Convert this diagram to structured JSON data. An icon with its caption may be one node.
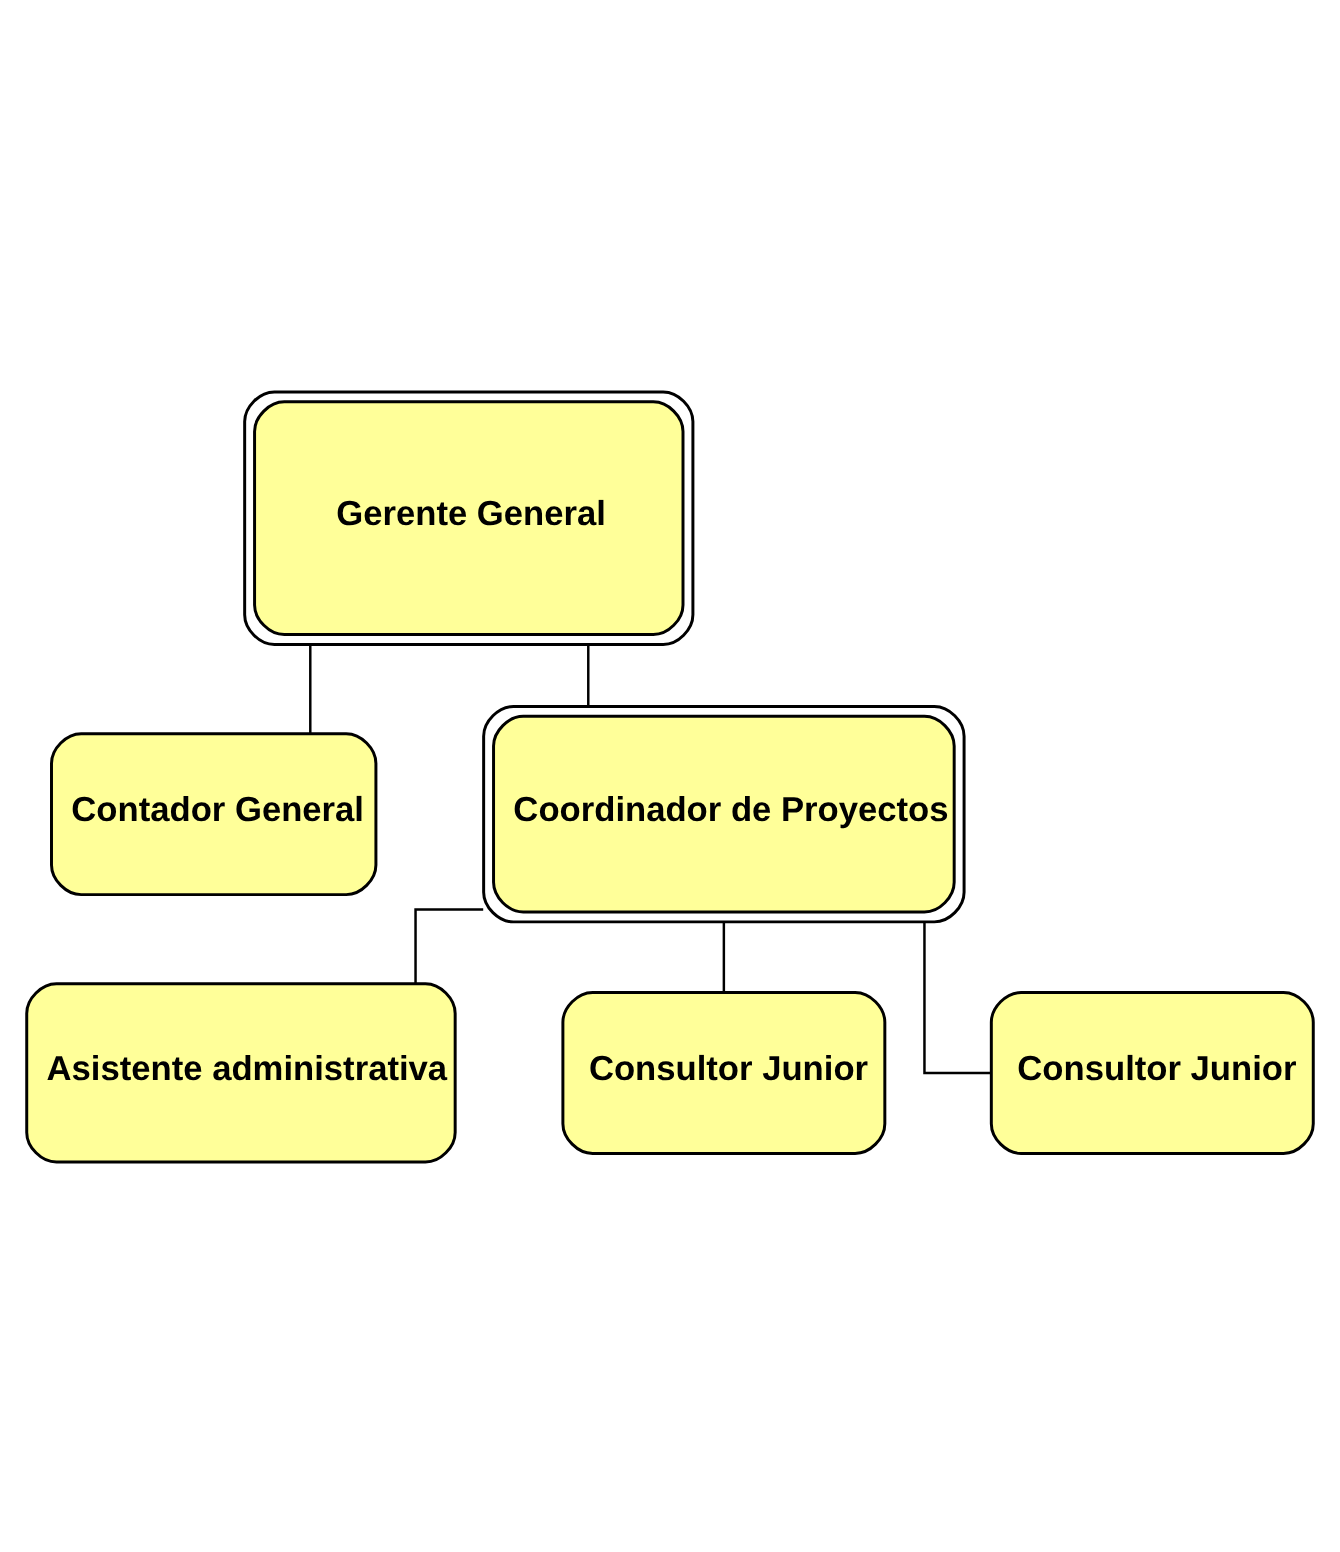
{
  "diagram": {
    "nodes": [
      {
        "text": [
          "Gerente General"
        ]
      },
      {
        "text": [
          "Contador General"
        ]
      },
      {
        "text": [
          "Coordinador de Proyectos"
        ]
      },
      {
        "text": [
          "Asistente administrativa"
        ]
      },
      {
        "text": [
          "Consultor Junior"
        ]
      },
      {
        "text": [
          "Consultor Junior"
        ]
      }
    ],
    "edges": [
      {
        "from": 0,
        "to": 1,
        "arrow": "none"
      },
      {
        "from": 0,
        "to": 2,
        "arrow": "none"
      },
      {
        "from": 2,
        "to": 3,
        "arrow": "none"
      },
      {
        "from": 2,
        "to": 4,
        "arrow": "none"
      },
      {
        "from": 2,
        "to": 5,
        "arrow": "none"
      }
    ]
  }
}
